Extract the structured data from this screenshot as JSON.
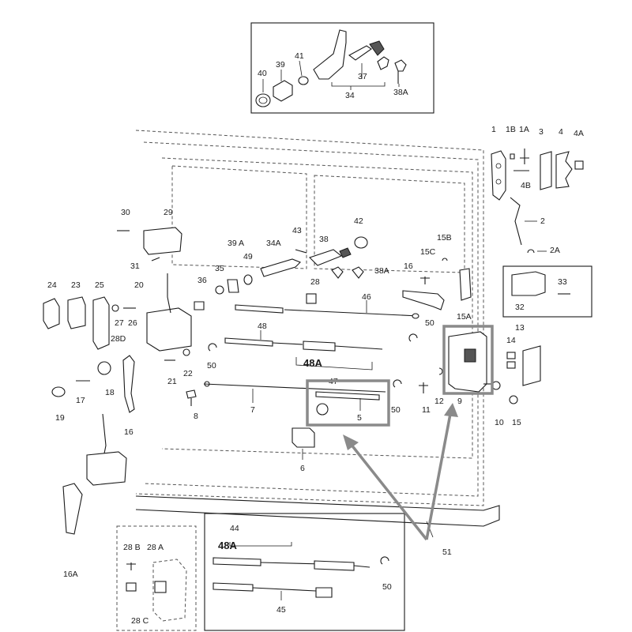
{
  "highlight_color": "#8a8a8a",
  "labels": {
    "l1": "1",
    "l1B": "1B",
    "l1A": "1A",
    "l3": "3",
    "l4": "4",
    "l4A": "4A",
    "l4B": "4B",
    "l2": "2",
    "l2A": "2A",
    "l33": "33",
    "l32": "32",
    "l13": "13",
    "l14": "14",
    "l12": "12",
    "l9": "9",
    "l10": "10",
    "l15": "15",
    "l11": "11",
    "l15A": "15A",
    "l15B": "15B",
    "l15C": "15C",
    "l16": "16",
    "l16b": "16",
    "l16A": "16A",
    "l42": "42",
    "l38A": "38A",
    "l38Atop": "38A",
    "l38": "38",
    "l43": "43",
    "l34A": "34A",
    "l28": "28",
    "l46": "46",
    "l50a": "50",
    "l50b": "50",
    "l50c": "50",
    "l50d": "50",
    "l48": "48",
    "l48A": "48A",
    "l48Ab": "48A",
    "l47": "47",
    "l5": "5",
    "l7": "7",
    "l6": "6",
    "l8": "8",
    "l51": "51",
    "l44": "44",
    "l45": "45",
    "l28B": "28 B",
    "l28A": "28 A",
    "l28C": "28 C",
    "l28D": "28D",
    "l29": "29",
    "l30": "30",
    "l31": "31",
    "l36": "36",
    "l35": "35",
    "l39A": "39 A",
    "l49": "49",
    "l24": "24",
    "l23": "23",
    "l25": "25",
    "l20": "20",
    "l27": "27",
    "l26": "26",
    "l21": "21",
    "l22": "22",
    "l17": "17",
    "l18": "18",
    "l19": "19",
    "l40": "40",
    "l39": "39",
    "l41": "41",
    "l37": "37",
    "l34": "34"
  }
}
